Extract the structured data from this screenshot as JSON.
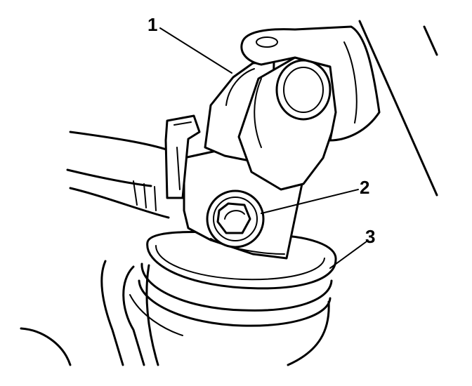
{
  "callouts": [
    {
      "label": "1"
    },
    {
      "label": "2"
    },
    {
      "label": "3"
    }
  ],
  "colors": {
    "ink": "#000000",
    "paper": "#ffffff"
  }
}
